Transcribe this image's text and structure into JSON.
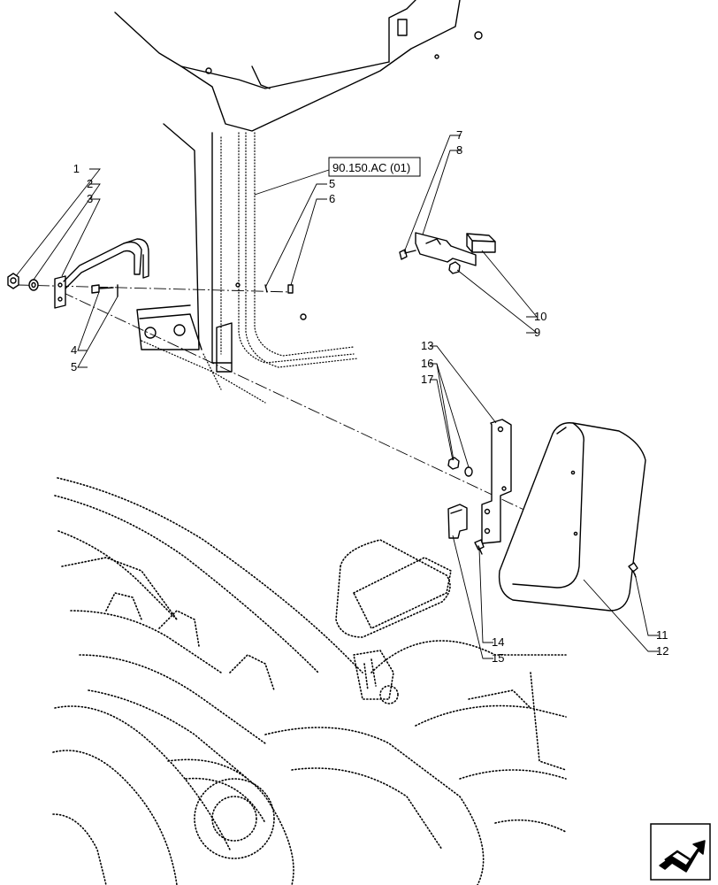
{
  "reference_box": {
    "label": "90.150.AC (01)"
  },
  "callouts": {
    "c1": "1",
    "c2": "2",
    "c3": "3",
    "c4": "4",
    "c5a": "5",
    "c5b": "5",
    "c6": "6",
    "c7": "7",
    "c8": "8",
    "c9": "9",
    "c10": "10",
    "c11": "11",
    "c12": "12",
    "c13": "13",
    "c14": "14",
    "c15": "15",
    "c16": "16",
    "c17": "17"
  },
  "nav_icon": {
    "name": "next-page-arrow-icon"
  },
  "colors": {
    "line": "#000000",
    "background": "#ffffff"
  }
}
